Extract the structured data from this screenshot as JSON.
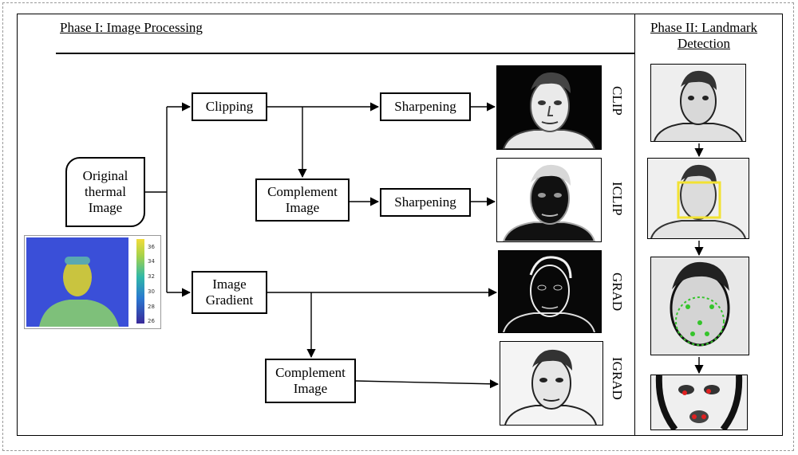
{
  "phase1": {
    "title": "Phase I: Image Processing"
  },
  "phase2": {
    "title_line1": "Phase II: Landmark",
    "title_line2": "Detection"
  },
  "boxes": {
    "original": [
      "Original",
      "thermal",
      "Image"
    ],
    "clipping": "Clipping",
    "complement1": [
      "Complement",
      "Image"
    ],
    "sharpening1": "Sharpening",
    "sharpening2": "Sharpening",
    "gradient": [
      "Image",
      "Gradient"
    ],
    "complement2": [
      "Complement",
      "Image"
    ]
  },
  "output_labels": {
    "clip": "CLIP",
    "iclip": "ICLIP",
    "grad": "GRAD",
    "igrad": "IGRAD"
  },
  "colorbar_ticks": [
    "36",
    "34",
    "32",
    "30",
    "28",
    "26"
  ],
  "colors": {
    "thermal_bg": "#3a4fd8",
    "thermal_person": "#d8cc3a",
    "landmark_box": "#f2e233",
    "landmark_points": "#35c42b",
    "key_points": "#e02020"
  }
}
